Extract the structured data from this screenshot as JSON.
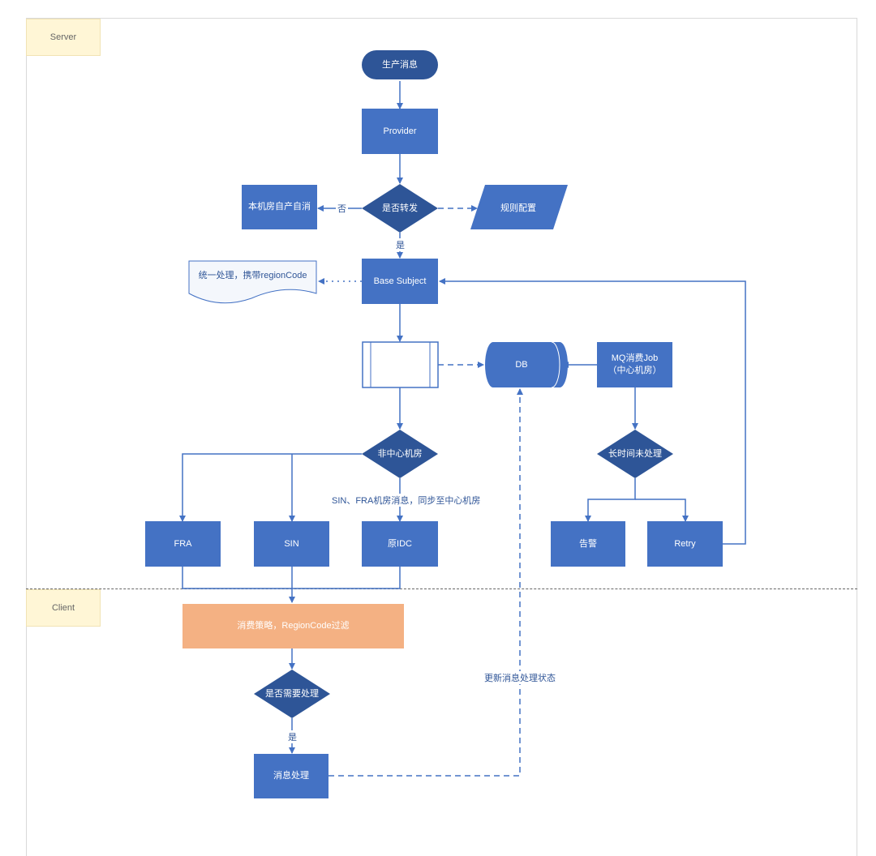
{
  "lanes": {
    "server": "Server",
    "client": "Client"
  },
  "nodes": {
    "start": "生产消息",
    "provider": "Provider",
    "is_forward": "是否转发",
    "local": "本机房自产自消",
    "rules": "规则配置",
    "base_subject": "Base Subject",
    "doc_note": "统一处理，携带regionCode",
    "db": "DB",
    "mq_job_line1": "MQ消费Job",
    "mq_job_line2": "（中心机房）",
    "non_center": "非中心机房",
    "long_unprocessed": "长时间未处理",
    "fra": "FRA",
    "sin": "SIN",
    "origin_idc": "原IDC",
    "alarm": "告警",
    "retry": "Retry",
    "strategy": "消费策略，RegionCode过滤",
    "need_process": "是否需要处理",
    "process": "消息处理"
  },
  "edge_labels": {
    "no": "否",
    "yes_forward": "是",
    "sync": "SIN、FRA机房消息，同步至中心机房",
    "yes_process": "是",
    "update_status": "更新消息处理状态"
  },
  "colors": {
    "node_blue": "#4472c4",
    "terminator": "#2e5597",
    "strategy": "#f4b183",
    "lane_label_bg": "#fff6d6",
    "line": "#4472c4"
  }
}
